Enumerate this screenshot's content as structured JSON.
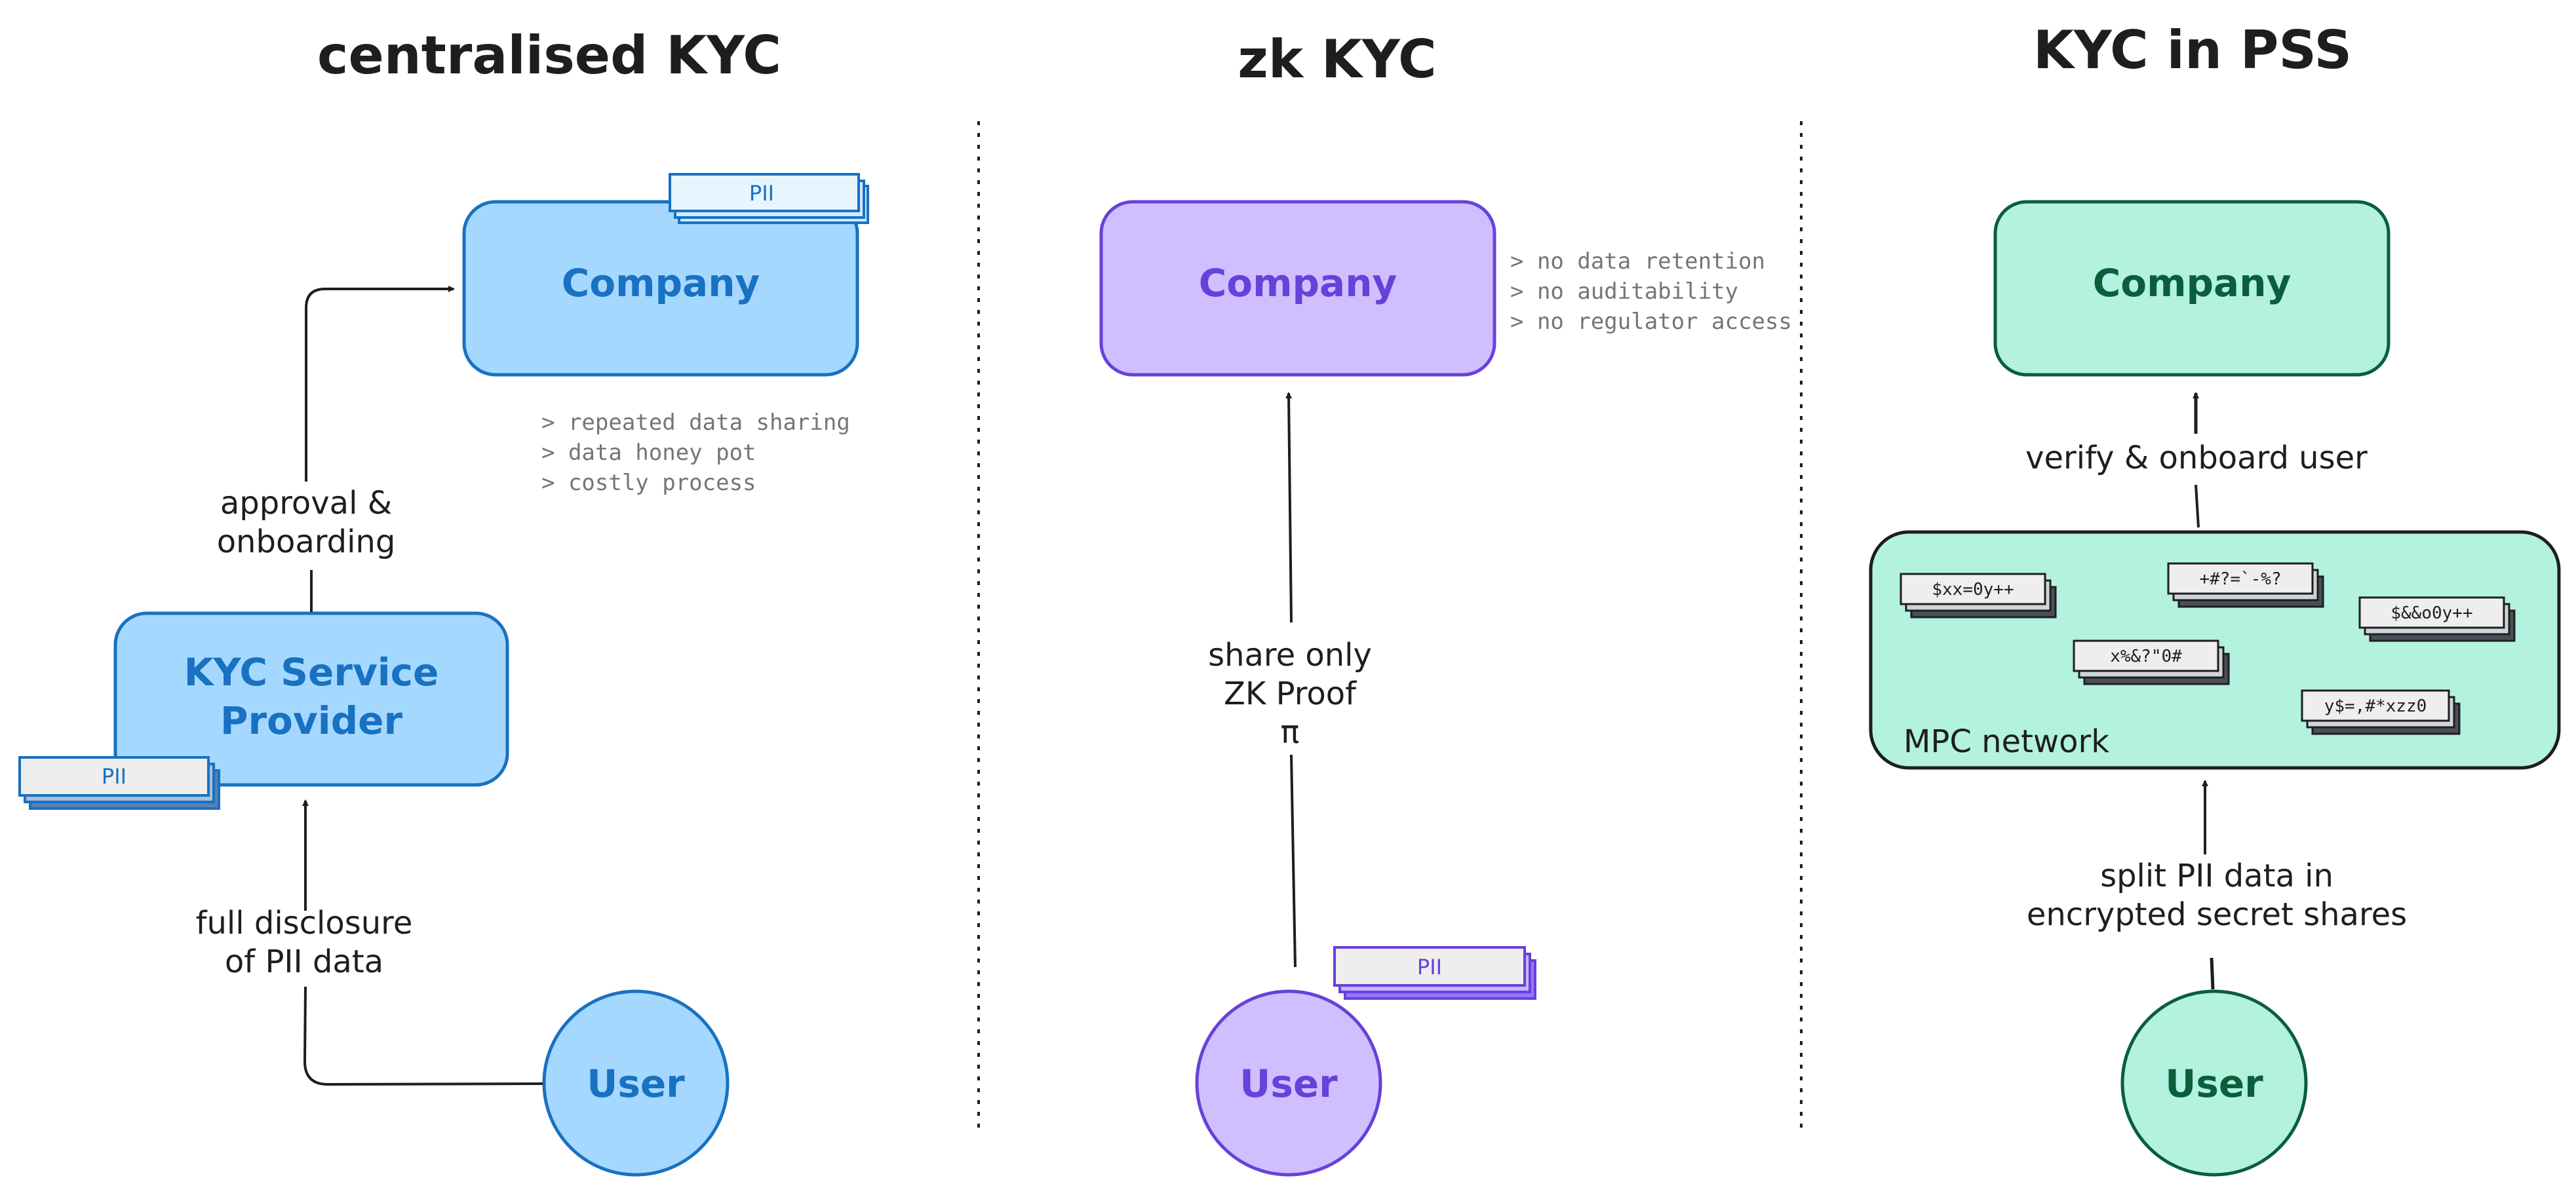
{
  "colors": {
    "ink": "#1e1e1e",
    "note_grey": "#757575",
    "blue_fill": "#a5d8ff",
    "blue_stroke": "#1971c2",
    "purple_fill": "#d0bfff",
    "purple_stroke": "#6741d9",
    "green_fill": "#b2f2df",
    "green_stroke": "#0b5e3c",
    "tag_fill": "#eeeeee"
  },
  "columns": {
    "centralised": {
      "title": "centralised KYC",
      "company_label": "Company",
      "provider_label_line1": "KYC Service",
      "provider_label_line2": "Provider",
      "user_label": "User",
      "company_tag": "PII",
      "provider_tag": "PII",
      "edge_user_to_provider": [
        "full disclosure",
        "of PII data"
      ],
      "edge_provider_to_company": [
        "approval &",
        "onboarding"
      ],
      "notes": [
        "> repeated data sharing",
        "> data honey pot",
        "> costly process"
      ]
    },
    "zk": {
      "title": "zk KYC",
      "company_label": "Company",
      "user_label": "User",
      "user_tag": "PII",
      "edge_user_to_company": [
        "share only",
        "ZK Proof",
        "π"
      ],
      "notes": [
        "> no data retention",
        "> no auditability",
        "> no regulator access"
      ]
    },
    "pss": {
      "title": "KYC in PSS",
      "company_label": "Company",
      "user_label": "User",
      "network_label": "MPC network",
      "shares": [
        "$xx=0y++",
        "+#?=`-%?",
        "$&&o0y++",
        "x%&?\"0#",
        "y$=,#*xzz0"
      ],
      "edge_network_to_company": "verify & onboard user",
      "edge_user_to_network": [
        "split PII data in",
        "encrypted secret shares"
      ]
    }
  }
}
